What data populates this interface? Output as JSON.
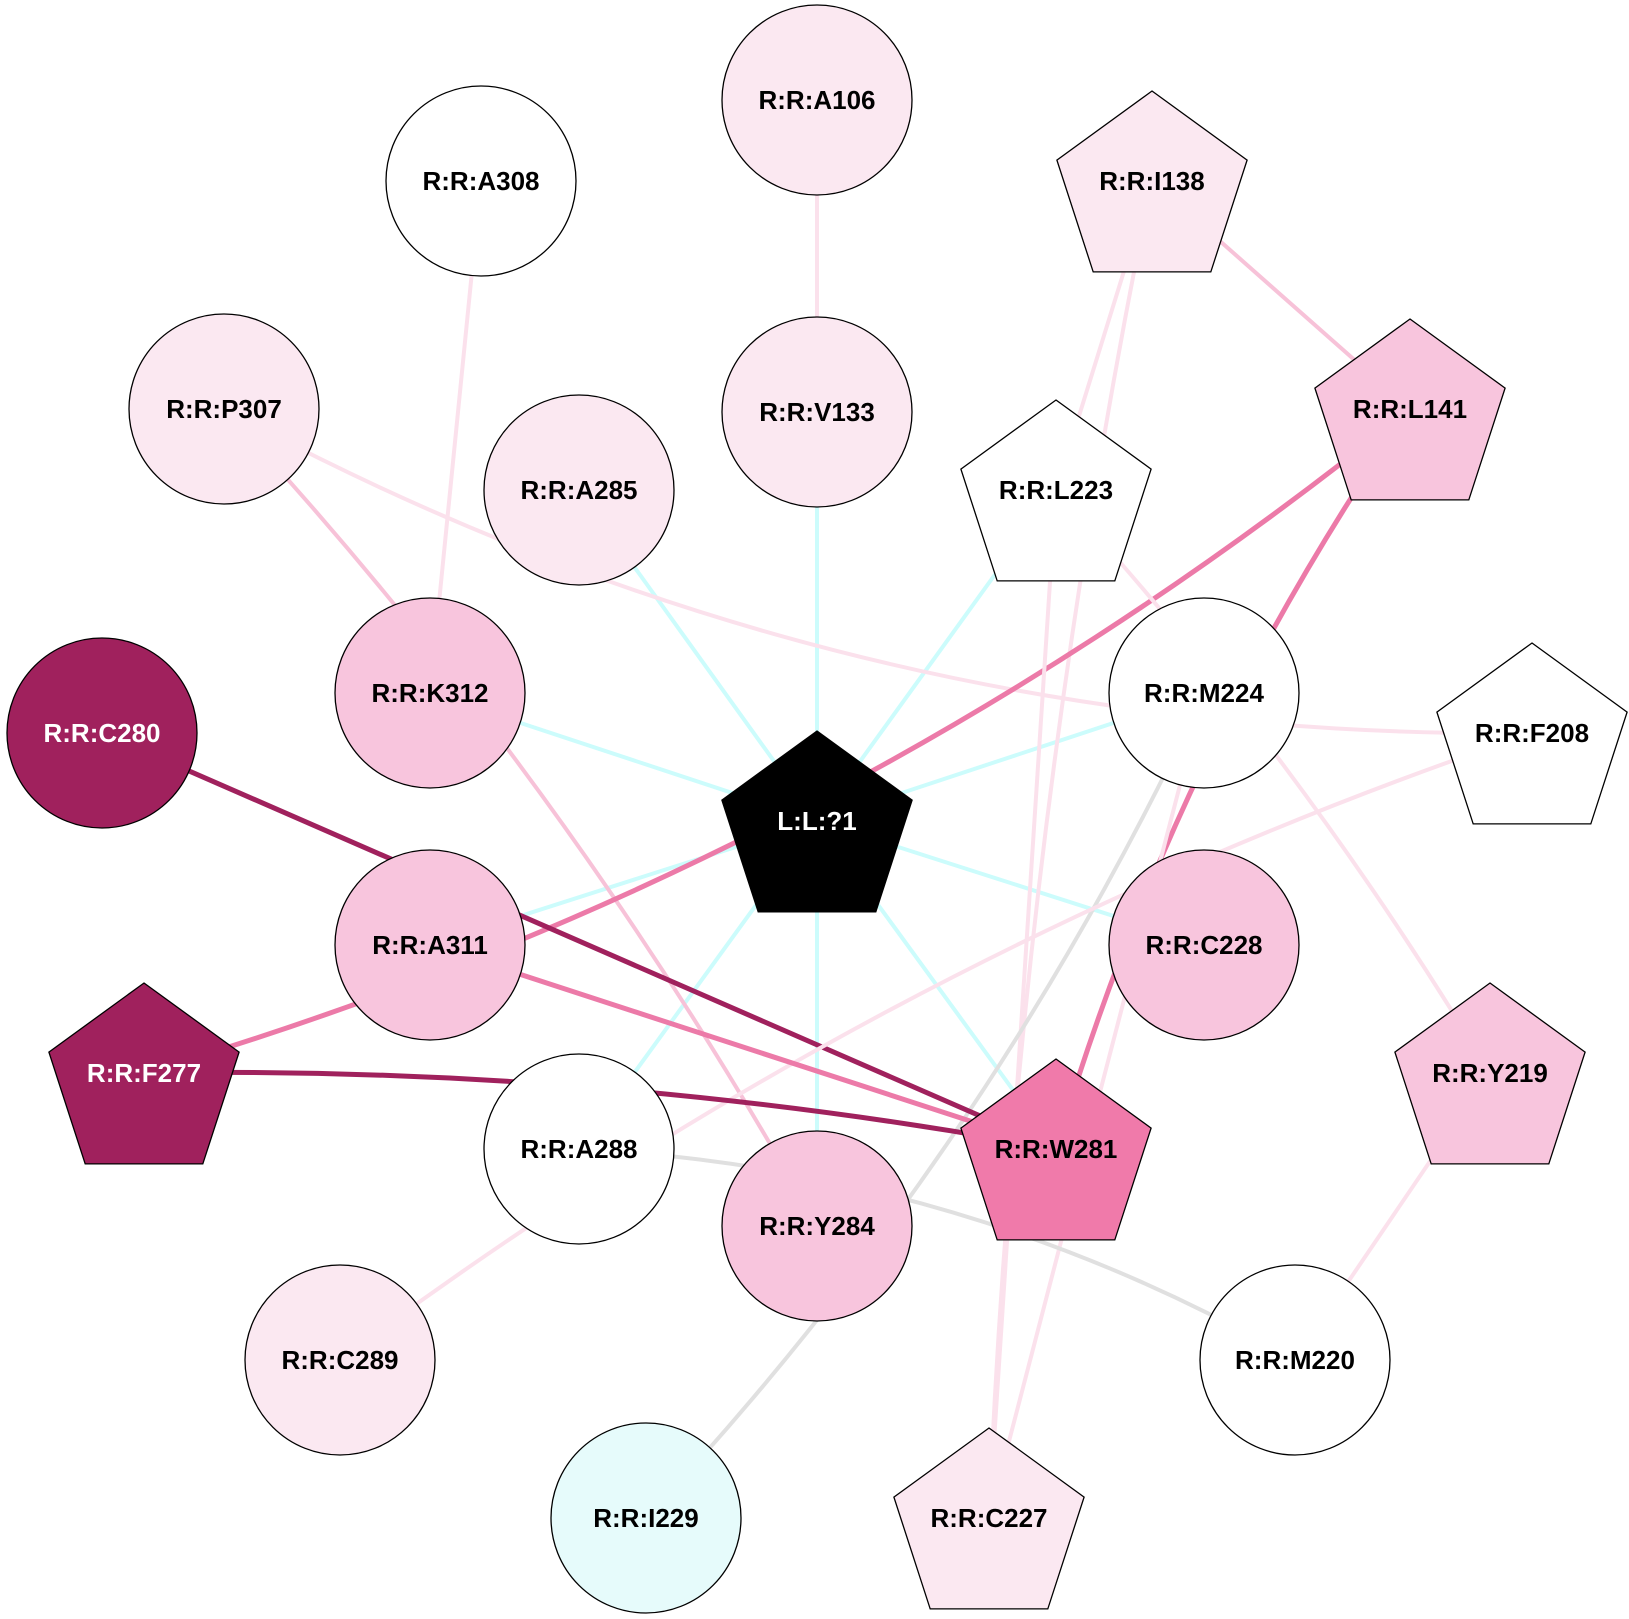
{
  "colors": {
    "white": "#ffffff",
    "light_pink": "#fbe8f1",
    "pink": "#f8c5dd",
    "hot_pink": "#f07aaa",
    "magenta": "#a0215d",
    "light_cyan": "#e6fbfb",
    "black": "#000000",
    "edge_cyan": "#ccfcfc",
    "edge_gray": "#e0e0e0",
    "edge_light_pink": "#fbe1ec",
    "edge_pink": "#f7c2d8",
    "edge_hot_pink": "#ec7aa8",
    "edge_magenta": "#a0215d"
  },
  "nodes": [
    {
      "id": "L:L:?1",
      "shape": "pentagon",
      "fill": "black",
      "text_color": "white"
    },
    {
      "id": "R:R:A106",
      "shape": "circle",
      "fill": "light_pink",
      "text_color": "black"
    },
    {
      "id": "R:R:A308",
      "shape": "circle",
      "fill": "white",
      "text_color": "black"
    },
    {
      "id": "R:R:I138",
      "shape": "pentagon",
      "fill": "light_pink",
      "text_color": "black"
    },
    {
      "id": "R:R:P307",
      "shape": "circle",
      "fill": "light_pink",
      "text_color": "black"
    },
    {
      "id": "R:R:V133",
      "shape": "circle",
      "fill": "light_pink",
      "text_color": "black"
    },
    {
      "id": "R:R:L141",
      "shape": "pentagon",
      "fill": "pink",
      "text_color": "black"
    },
    {
      "id": "R:R:A285",
      "shape": "circle",
      "fill": "light_pink",
      "text_color": "black"
    },
    {
      "id": "R:R:L223",
      "shape": "pentagon",
      "fill": "white",
      "text_color": "black"
    },
    {
      "id": "R:R:K312",
      "shape": "circle",
      "fill": "pink",
      "text_color": "black"
    },
    {
      "id": "R:R:M224",
      "shape": "circle",
      "fill": "white",
      "text_color": "black"
    },
    {
      "id": "R:R:C280",
      "shape": "circle",
      "fill": "magenta",
      "text_color": "white"
    },
    {
      "id": "R:R:F208",
      "shape": "pentagon",
      "fill": "white",
      "text_color": "black"
    },
    {
      "id": "R:R:A311",
      "shape": "circle",
      "fill": "pink",
      "text_color": "black"
    },
    {
      "id": "R:R:C228",
      "shape": "circle",
      "fill": "pink",
      "text_color": "black"
    },
    {
      "id": "R:R:F277",
      "shape": "pentagon",
      "fill": "magenta",
      "text_color": "white"
    },
    {
      "id": "R:R:Y219",
      "shape": "pentagon",
      "fill": "pink",
      "text_color": "black"
    },
    {
      "id": "R:R:A288",
      "shape": "circle",
      "fill": "white",
      "text_color": "black"
    },
    {
      "id": "R:R:W281",
      "shape": "pentagon",
      "fill": "hot_pink",
      "text_color": "black"
    },
    {
      "id": "R:R:Y284",
      "shape": "circle",
      "fill": "pink",
      "text_color": "black"
    },
    {
      "id": "R:R:C289",
      "shape": "circle",
      "fill": "light_pink",
      "text_color": "black"
    },
    {
      "id": "R:R:M220",
      "shape": "circle",
      "fill": "white",
      "text_color": "black"
    },
    {
      "id": "R:R:I229",
      "shape": "circle",
      "fill": "light_cyan",
      "text_color": "black"
    },
    {
      "id": "R:R:C227",
      "shape": "pentagon",
      "fill": "light_pink",
      "text_color": "black"
    }
  ],
  "edges": [
    {
      "source": "L:L:?1",
      "target": "R:R:V133",
      "color": "edge_cyan",
      "width": "thin"
    },
    {
      "source": "L:L:?1",
      "target": "R:R:A285",
      "color": "edge_cyan",
      "width": "thin"
    },
    {
      "source": "L:L:?1",
      "target": "R:R:L223",
      "color": "edge_cyan",
      "width": "thin"
    },
    {
      "source": "L:L:?1",
      "target": "R:R:K312",
      "color": "edge_cyan",
      "width": "thin"
    },
    {
      "source": "L:L:?1",
      "target": "R:R:M224",
      "color": "edge_cyan",
      "width": "thin"
    },
    {
      "source": "L:L:?1",
      "target": "R:R:A311",
      "color": "edge_cyan",
      "width": "thin"
    },
    {
      "source": "L:L:?1",
      "target": "R:R:C228",
      "color": "edge_cyan",
      "width": "thin"
    },
    {
      "source": "L:L:?1",
      "target": "R:R:A288",
      "color": "edge_cyan",
      "width": "thin"
    },
    {
      "source": "L:L:?1",
      "target": "R:R:W281",
      "color": "edge_cyan",
      "width": "thin"
    },
    {
      "source": "L:L:?1",
      "target": "R:R:Y284",
      "color": "edge_cyan",
      "width": "thin"
    },
    {
      "source": "R:R:A106",
      "target": "R:R:V133",
      "color": "edge_light_pink",
      "width": "thin"
    },
    {
      "source": "R:R:A308",
      "target": "R:R:K312",
      "color": "edge_light_pink",
      "width": "thin"
    },
    {
      "source": "R:R:I138",
      "target": "R:R:L141",
      "color": "edge_pink",
      "width": "thin"
    },
    {
      "source": "R:R:I138",
      "target": "R:R:L223",
      "color": "edge_light_pink",
      "width": "thin"
    },
    {
      "source": "R:R:I138",
      "target": "R:R:C227",
      "color": "edge_light_pink",
      "width": "thin"
    },
    {
      "source": "R:R:P307",
      "target": "R:R:Y284",
      "color": "edge_pink",
      "width": "thin"
    },
    {
      "source": "R:R:P307",
      "target": "R:R:F208",
      "color": "edge_light_pink",
      "width": "thin"
    },
    {
      "source": "R:R:L141",
      "target": "R:R:F277",
      "color": "edge_hot_pink",
      "width": "medium"
    },
    {
      "source": "R:R:L141",
      "target": "R:R:W281",
      "color": "edge_hot_pink",
      "width": "medium"
    },
    {
      "source": "R:R:L223",
      "target": "R:R:C227",
      "color": "edge_light_pink",
      "width": "thin"
    },
    {
      "source": "R:R:L223",
      "target": "R:R:Y219",
      "color": "edge_light_pink",
      "width": "thin"
    },
    {
      "source": "R:R:M224",
      "target": "R:R:C227",
      "color": "edge_light_pink",
      "width": "thin"
    },
    {
      "source": "R:R:M224",
      "target": "R:R:I229",
      "color": "edge_gray",
      "width": "thin"
    },
    {
      "source": "R:R:C280",
      "target": "R:R:W281",
      "color": "edge_magenta",
      "width": "medium"
    },
    {
      "source": "R:R:F208",
      "target": "R:R:C289",
      "color": "edge_light_pink",
      "width": "thin"
    },
    {
      "source": "R:R:A311",
      "target": "R:R:W281",
      "color": "edge_hot_pink",
      "width": "medium"
    },
    {
      "source": "R:R:F277",
      "target": "R:R:W281",
      "color": "edge_magenta",
      "width": "medium"
    },
    {
      "source": "R:R:Y219",
      "target": "R:R:M220",
      "color": "edge_light_pink",
      "width": "thin"
    },
    {
      "source": "R:R:A288",
      "target": "R:R:M220",
      "color": "edge_gray",
      "width": "thin"
    }
  ]
}
